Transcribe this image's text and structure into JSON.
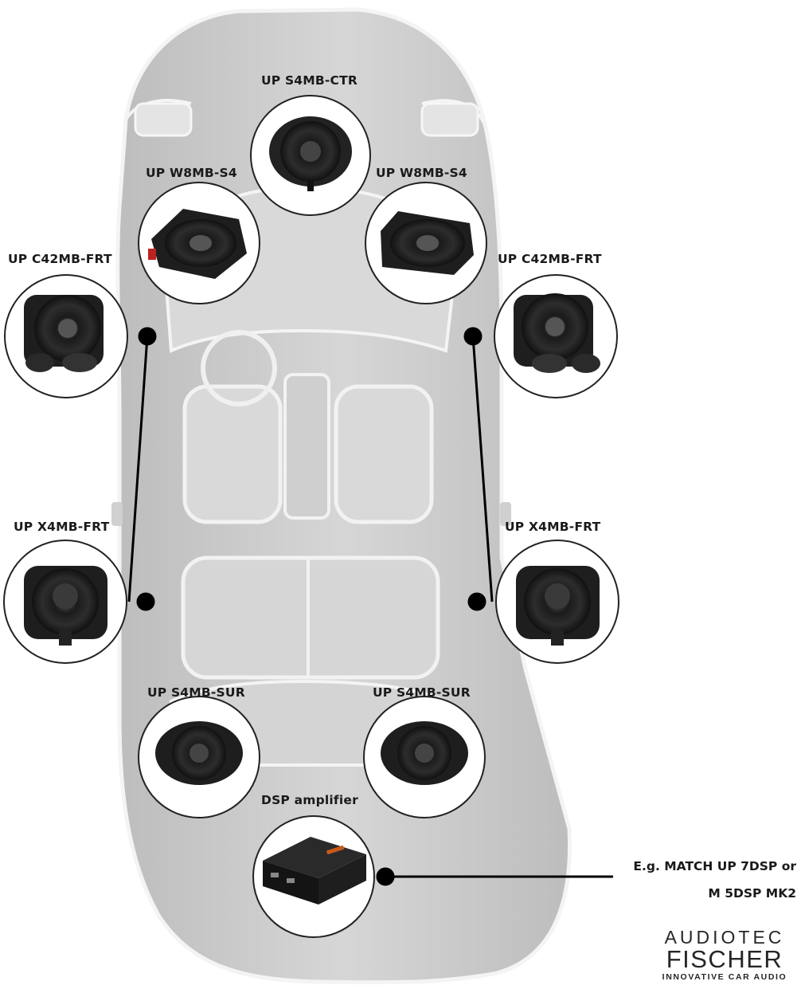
{
  "labels": {
    "center": "UP S4MB-CTR",
    "woofer_left": "UP W8MB-S4",
    "woofer_right": "UP W8MB-S4",
    "front_left": "UP C42MB-FRT",
    "front_right": "UP C42MB-FRT",
    "door_left": "UP X4MB-FRT",
    "door_right": "UP X4MB-FRT",
    "surround_left": "UP S4MB-SUR",
    "surround_right": "UP S4MB-SUR",
    "dsp": "DSP amplifier"
  },
  "note": {
    "line1": "E.g. MATCH UP 7DSP or",
    "line2": "M 5DSP MK2"
  },
  "logo": {
    "line1": "AUDIOTEC",
    "line2": "FISCHER",
    "line3": "INNOVATIVE CAR AUDIO"
  },
  "colors": {
    "car_body": "#c9c9c9",
    "car_outline": "#ffffff",
    "speaker_dark": "#1c1c1c",
    "connector": "#000000"
  }
}
